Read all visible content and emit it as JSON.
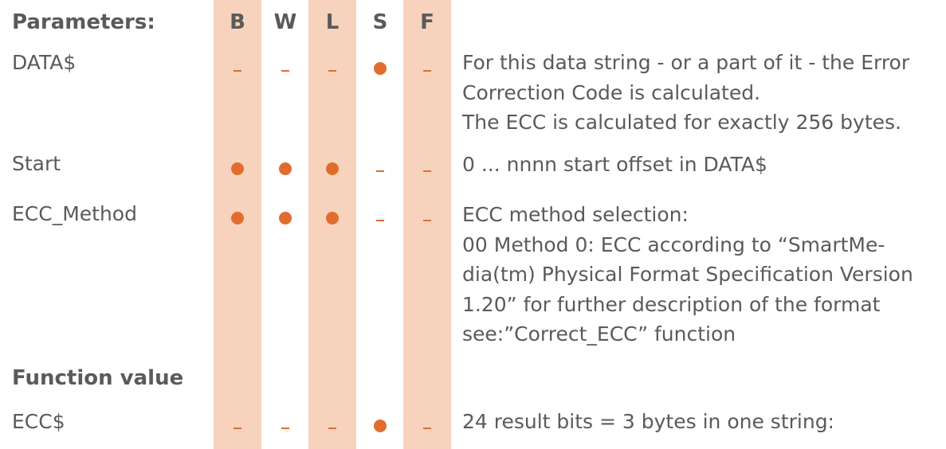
{
  "header": {
    "title": "Parameters:",
    "columns": [
      "B",
      "W",
      "L",
      "S",
      "F"
    ]
  },
  "rows": [
    {
      "name": "DATA$",
      "marks": [
        "dash",
        "dash",
        "dash",
        "dot",
        "dash"
      ],
      "description": [
        "For this data string - or a part of it - the Error",
        "Correction Code is calculated.",
        "The ECC is calculated for exactly 256 bytes."
      ]
    },
    {
      "name": "Start",
      "marks": [
        "dot",
        "dot",
        "dot",
        "dash",
        "dash"
      ],
      "description": [
        "0 ... nnnn start offset in DATA$"
      ]
    },
    {
      "name": "ECC_Method",
      "marks": [
        "dot",
        "dot",
        "dot",
        "dash",
        "dash"
      ],
      "description": [
        "ECC method selection:",
        "00 Method 0:  ECC according to “SmartMe-",
        "dia(tm) Physical Format Specification Version",
        "1.20” for further description of the format",
        "see:”Correct_ECC” function"
      ]
    }
  ],
  "function_value": {
    "title": "Function value",
    "rows": [
      {
        "name": "ECC$",
        "marks": [
          "dash",
          "dash",
          "dash",
          "dot",
          "dash"
        ],
        "description": [
          "24 result bits = 3 bytes in one string:"
        ]
      }
    ]
  }
}
